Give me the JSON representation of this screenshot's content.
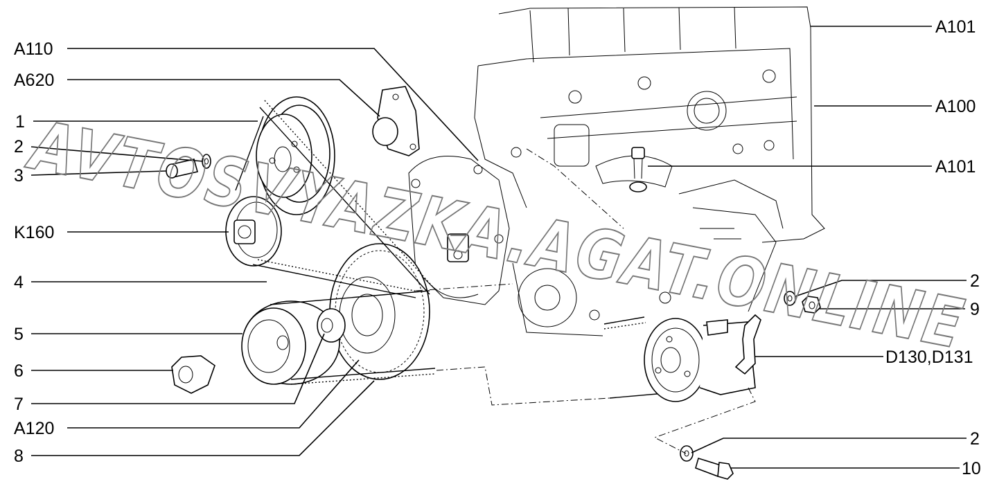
{
  "watermark": "AVTOSVYAZKA.AGAT.ONLINE",
  "callouts": {
    "a110": "A110",
    "a620": "A620",
    "n1": "1",
    "n2a": "2",
    "n3": "3",
    "k160": "K160",
    "n4": "4",
    "n5": "5",
    "n6": "6",
    "n7": "7",
    "a120": "A120",
    "n8": "8",
    "a101_top": "A101",
    "a100": "A100",
    "a101_mid": "A101",
    "n2b": "2",
    "n9": "9",
    "d130": "D130,D131",
    "n2c": "2",
    "n10": "10"
  }
}
